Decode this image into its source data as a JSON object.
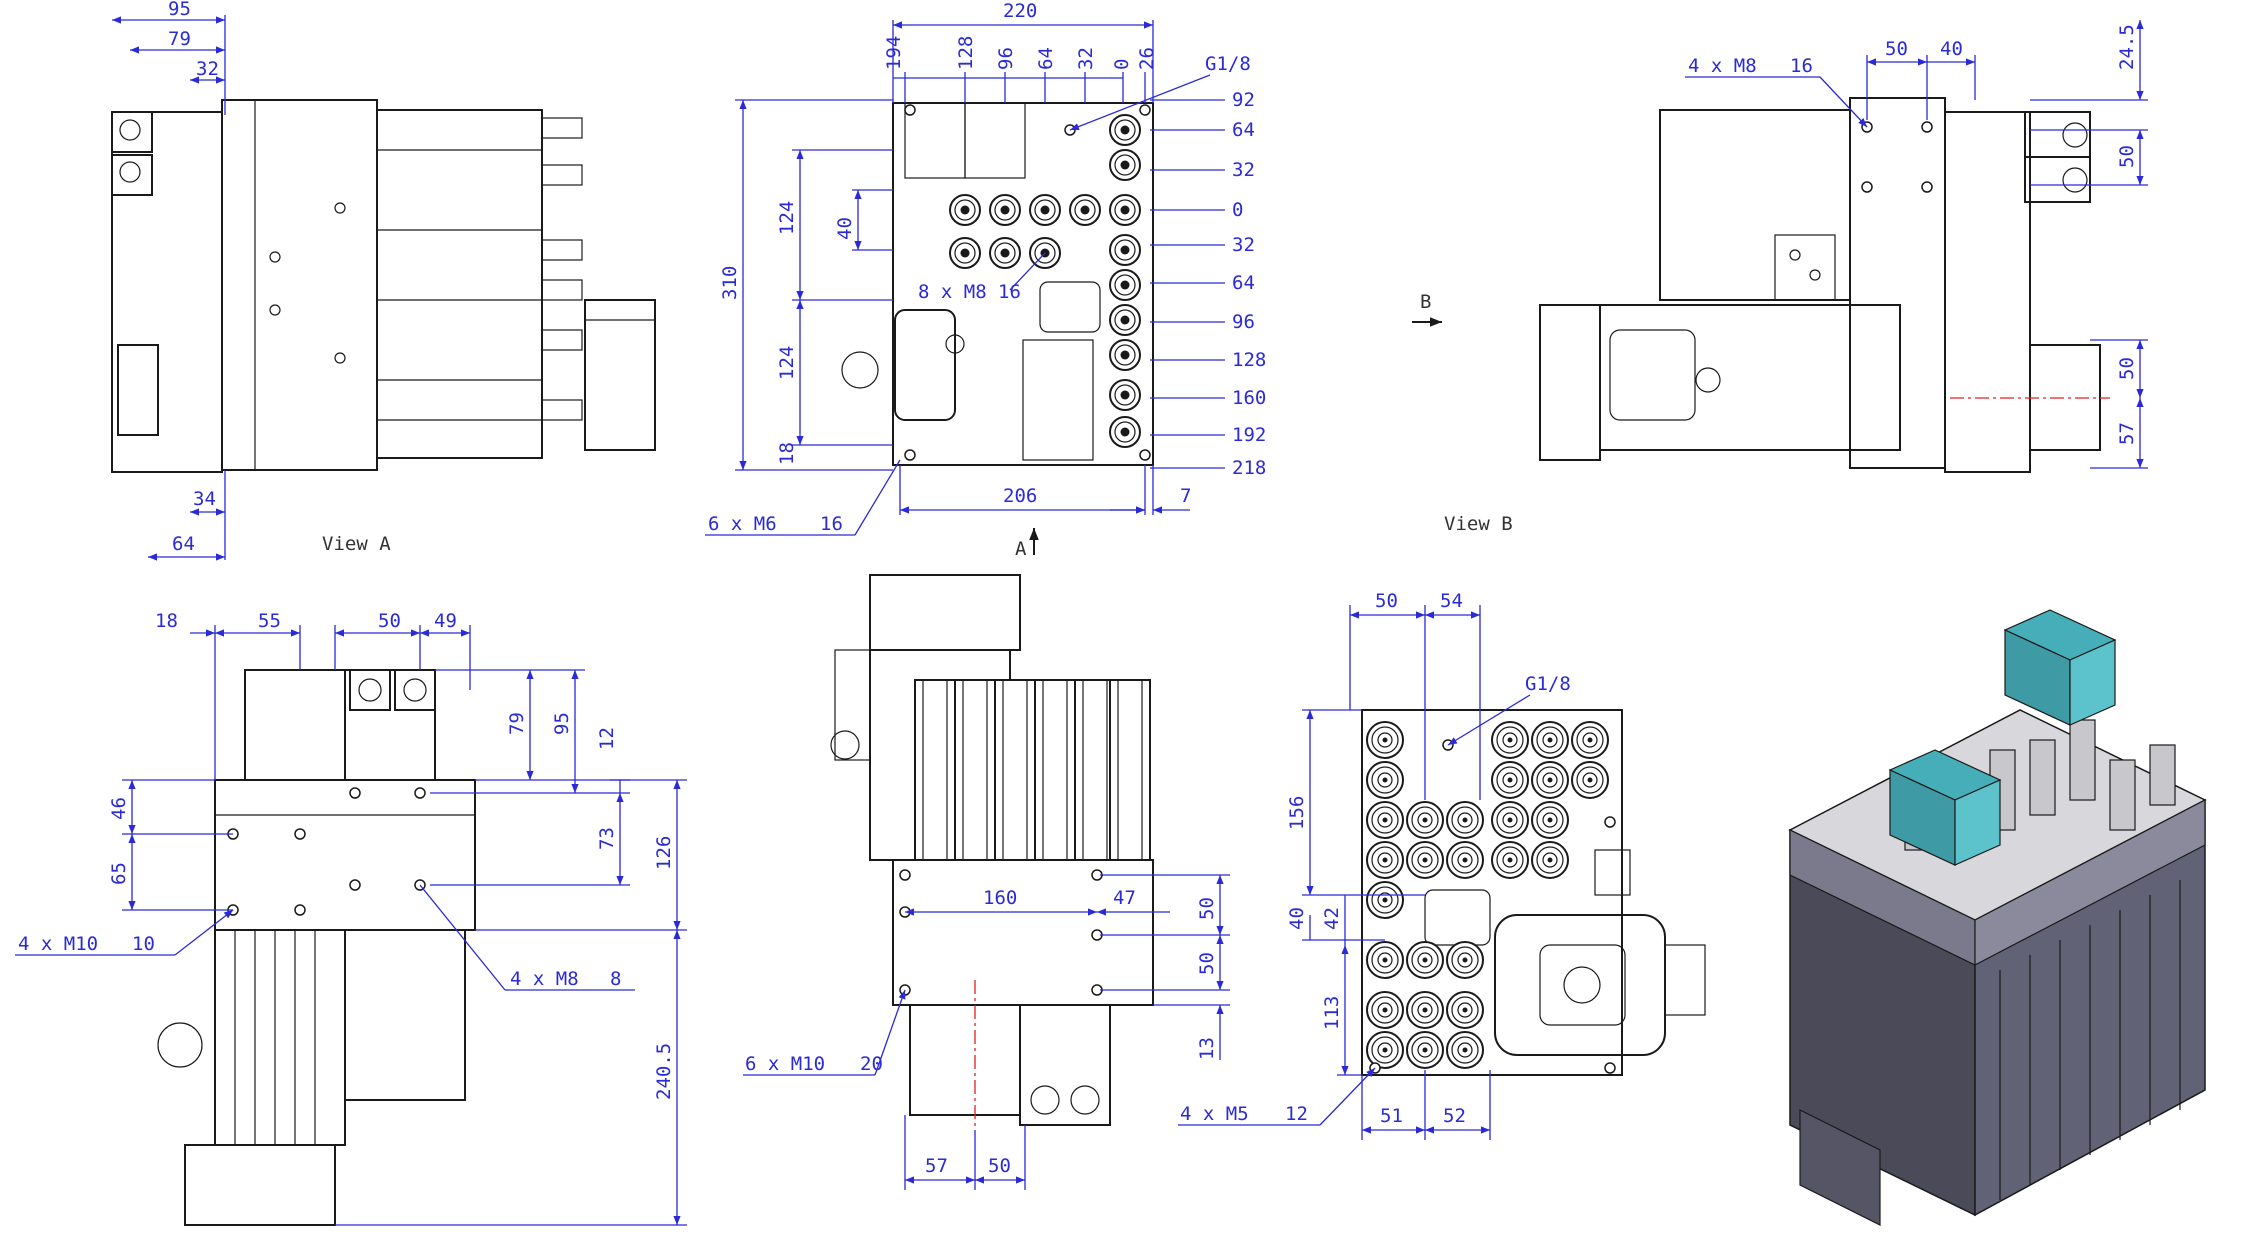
{
  "colors": {
    "outline": "#1a1a1a",
    "dimension": "#2a2ad8",
    "centerline": "#e02020",
    "background": "#ffffff",
    "iso_body": "#5d5d6e",
    "iso_top": "#d8d8dc",
    "iso_valve": "#46aeb8"
  },
  "captions": {
    "view_a": "View A",
    "view_b": "View B",
    "arrow_a": "A",
    "arrow_b": "B"
  },
  "view_a_side": {
    "dims": {
      "d95": "95",
      "d79": "79",
      "d32": "32",
      "d34": "34",
      "d64": "64"
    }
  },
  "front_view": {
    "top_dims": {
      "d220": "220",
      "d194": "194",
      "d128": "128",
      "d96": "96",
      "d64": "64",
      "d32": "32",
      "d0": "0",
      "d26": "26"
    },
    "right_dims": {
      "r92": "92",
      "r64a": "64",
      "r32a": "32",
      "r0": "0",
      "r32b": "32",
      "r64b": "64",
      "r96": "96",
      "r128": "128",
      "r160": "160",
      "r192": "192",
      "r218": "218"
    },
    "left_dims": {
      "d310": "310",
      "d124a": "124",
      "d124b": "124",
      "d40": "40",
      "d18": "18"
    },
    "bottom_dims": {
      "d206": "206",
      "d7": "7"
    },
    "callouts": {
      "g18": "G1/8",
      "m8": "8 x M8",
      "m8_depth": "16",
      "m6": "6 x M6",
      "m6_depth": "16"
    }
  },
  "view_b_side": {
    "dims": {
      "d50a": "50",
      "d40": "40",
      "d24_5": "24.5",
      "d50b": "50",
      "d50c": "50",
      "d57": "57"
    },
    "callouts": {
      "m8": "4 x M8",
      "m8_depth": "16"
    }
  },
  "bottom_left_view": {
    "dims": {
      "d18": "18",
      "d55": "55",
      "d50": "50",
      "d49": "49",
      "d79": "79",
      "d95": "95",
      "d12": "12",
      "d46": "46",
      "d65": "65",
      "d73": "73",
      "d126": "126",
      "d240_5": "240.5"
    },
    "callouts": {
      "m10": "4 x M10",
      "m10_depth": "10",
      "m8": "4 x M8",
      "m8_depth": "8"
    }
  },
  "bottom_mid_view": {
    "dims": {
      "d160": "160",
      "d47": "47",
      "d50a": "50",
      "d50b": "50",
      "d13": "13",
      "d57": "57",
      "d50c": "50"
    },
    "callouts": {
      "m10": "6 x M10",
      "m10_depth": "20"
    }
  },
  "bottom_right_view": {
    "dims": {
      "d50": "50",
      "d54": "54",
      "d156": "156",
      "d40": "40",
      "d42": "42",
      "d113": "113",
      "d51": "51",
      "d52": "52"
    },
    "callouts": {
      "g18": "G1/8",
      "m5": "4 x M5",
      "m5_depth": "12"
    }
  }
}
